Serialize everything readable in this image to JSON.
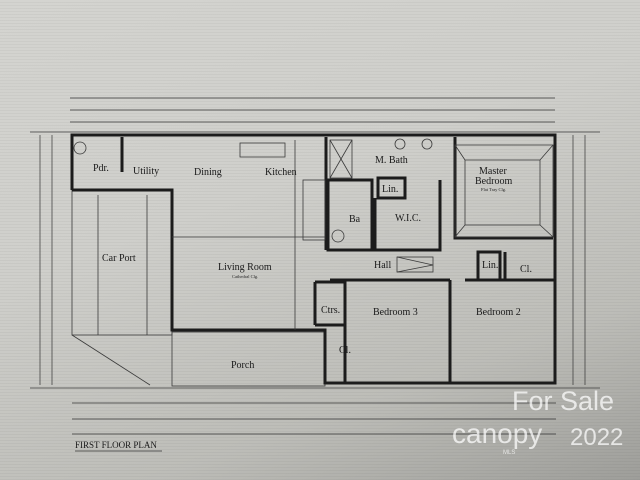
{
  "plan": {
    "title": "FIRST FLOOR PLAN",
    "rooms": {
      "pdr": "Pdr.",
      "utility": "Utility",
      "dining": "Dining",
      "kitchen": "Kitchen",
      "car_port": "Car Port",
      "living_room": "Living Room",
      "living_room_note": "Cathedral Clg.",
      "porch": "Porch",
      "m_bath": "M. Bath",
      "lin_1": "Lin.",
      "wic": "W.I.C.",
      "bath": "Ba",
      "master_bedroom_1": "Master",
      "master_bedroom_2": "Bedroom",
      "master_bedroom_note": "Flat Tray Clg.",
      "hall": "Hall",
      "lin_2": "Lin.",
      "cl_1": "Cl.",
      "ctrs": "Ctrs.",
      "cl_2": "Cl.",
      "bedroom_3": "Bedroom 3",
      "bedroom_2": "Bedroom 2"
    }
  },
  "watermark": {
    "for_sale": "For Sale",
    "brand": "canopy",
    "brand_sub": "MLS",
    "year": "2022"
  }
}
